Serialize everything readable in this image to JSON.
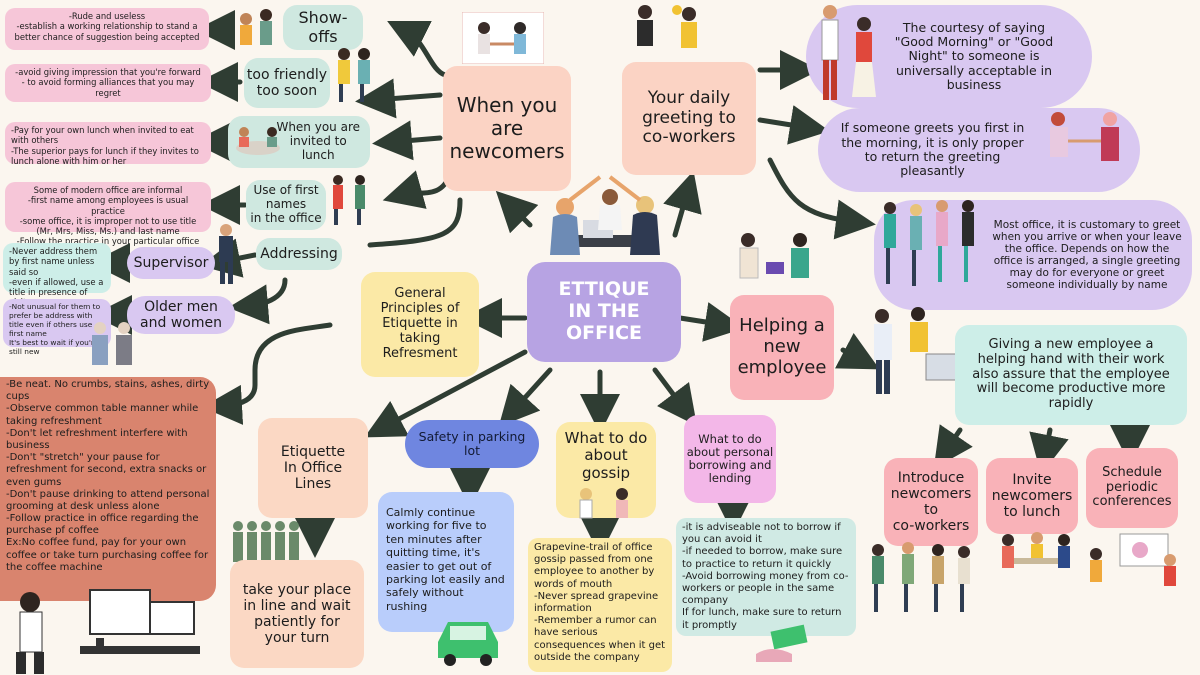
{
  "center": {
    "title": "ETTIQUE\nIN THE\nOFFICE"
  },
  "newcomers": {
    "title": "When you\nare\nnewcomers",
    "show_offs": "Show-\noffs",
    "show_offs_note": "-Rude and useless\n-establish a working relationship to stand a better chance of suggestion being accepted",
    "too_friendly": "too friendly\ntoo soon",
    "too_friendly_note": "-avoid giving impression that you're forward\n- to avoid forming alliances that you may regret",
    "lunch": "When you are\ninvited to\nlunch",
    "lunch_note": "-Pay for your own lunch when invited to eat with others\n-The superior pays for lunch if they invites to lunch alone with him or her",
    "first_names": "Use of first\nnames\nin the office",
    "first_names_note": "Some of modern office are informal\n-first name among employees is usual practice\n-some office, it is improper not to use title (Mr, Mrs, Miss, Ms.) and last name\n-Follow the practice in your particular office",
    "addressing": "Addressing",
    "supervisor": "Supervisor",
    "supervisor_note": "-Never address them by first name unless said so\n-even if allowed, use a title in presence of visitor",
    "older": "Older men\nand women",
    "older_note": "-Not unusual for them to prefer be address with title even if others use first name\nIt's best to wait if you're still new"
  },
  "greeting": {
    "title": "Your daily\ngreeting to\nco-workers",
    "note1": "The courtesy of saying \"Good Morning\" or \"Good Night\" to someone is universally acceptable in business",
    "note2": "If someone greets you first in the morning, it is only proper to return the greeting pleasantly",
    "note3": "Most office, it is customary to greet when you arrive or when your leave the office. Depends on how the office is arranged, a single greeting may do for everyone or greet someone individually by name"
  },
  "helping": {
    "title": "Helping a\nnew\nemployee",
    "note": "Giving a new employee a helping hand with their work also assure that the employee will become productive more rapidly",
    "introduce": "Introduce\nnewcomers\nto\nco-workers",
    "invite": "Invite\nnewcomers\nto lunch",
    "schedule": "Schedule\nperiodic\nconferences"
  },
  "refreshment": {
    "title": "General\nPrinciples of\nEtiquette in\ntaking\nRefresment",
    "note": "-Be neat. No crumbs, stains, ashes, dirty cups\n-Observe common table manner while taking refreshment\n-Don't let refreshment interfere with business\n-Don't \"stretch\" your pause for refreshment for second, extra snacks or even gums\n-Don't pause drinking to attend personal grooming at desk unless alone\n-Follow practice in office regarding the purchase pf coffee\nEx:No coffee fund, pay for your own coffee or take turn purchasing coffee for the coffee machine"
  },
  "lines": {
    "title": "Etiquette\nIn Office\nLines",
    "note": "take your place\nin line and wait\npatiently for\nyour turn"
  },
  "parking": {
    "title": "Safety in parking\nlot",
    "note": "Calmly continue working for five to ten minutes after quitting time, it's easier to get out of parking lot easily and safely without rushing"
  },
  "gossip": {
    "title": "What to do\nabout\ngossip",
    "note": "Grapevine-trail of office gossip passed from one employee to another by words of mouth\n-Never spread grapevine information\n-Remember a rumor can have serious consequences when it get outside the company"
  },
  "borrowing": {
    "title": "What to do\nabout personal\nborrowing and\nlending",
    "note": "-it is adviseable not to borrow if you can avoid it\n-if needed to borrow, make sure to practice to return it quickly\n-Avoid borrowing money from co-workers or people in the same company\nIf for lunch, make sure to return it promptly"
  },
  "colors": {
    "arrow": "#2f3d33",
    "center": "#b7a3e3"
  }
}
